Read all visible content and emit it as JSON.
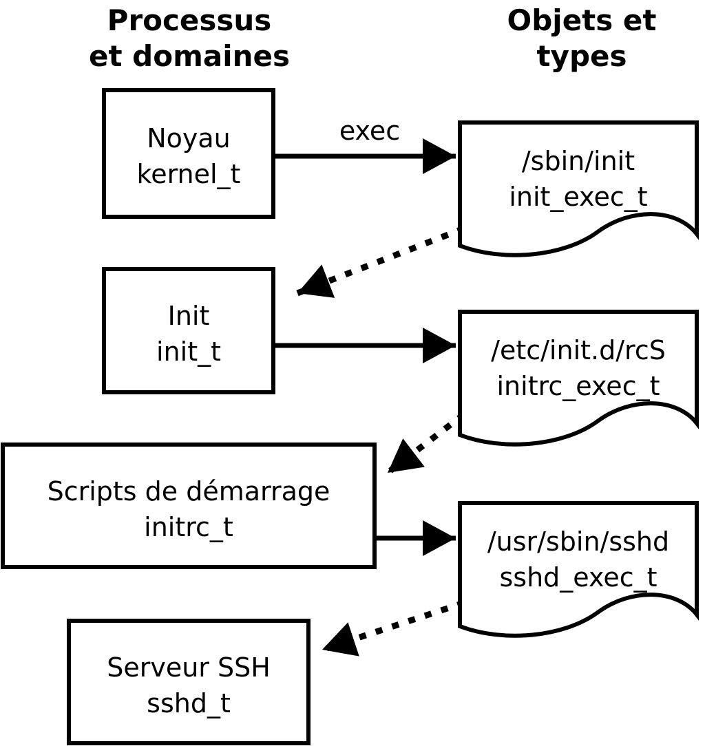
{
  "headers": {
    "processes": {
      "line1": "Processus",
      "line2": "et domaines"
    },
    "objects": {
      "line1": "Objets et",
      "line2": "types"
    }
  },
  "arrow_label": "exec",
  "processes": [
    {
      "label": "Noyau",
      "domain": "kernel_t"
    },
    {
      "label": "Init",
      "domain": "init_t"
    },
    {
      "label": "Scripts de démarrage",
      "domain": "initrc_t"
    },
    {
      "label": "Serveur SSH",
      "domain": "sshd_t"
    }
  ],
  "objects": [
    {
      "path": "/sbin/init",
      "type": "init_exec_t"
    },
    {
      "path": "/etc/init.d/rcS",
      "type": "initrc_exec_t"
    },
    {
      "path": "/usr/sbin/sshd",
      "type": "sshd_exec_t"
    }
  ],
  "colors": {
    "stroke": "#000000",
    "fill": "#ffffff",
    "background": "#ffffff"
  }
}
